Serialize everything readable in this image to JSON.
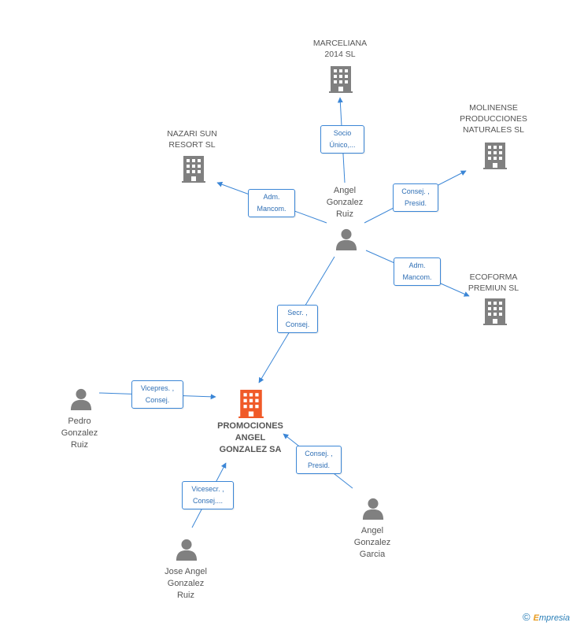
{
  "main_company": {
    "name_lines": [
      "PROMOCIONES",
      "ANGEL",
      "GONZALEZ SA"
    ],
    "color": "#f05a28"
  },
  "companies": [
    {
      "id": "marceliana",
      "name_lines": [
        "MARCELIANA",
        "2014  SL"
      ]
    },
    {
      "id": "molinense",
      "name_lines": [
        "MOLINENSE",
        "PRODUCCIONES",
        "NATURALES SL"
      ]
    },
    {
      "id": "nazari",
      "name_lines": [
        "NAZARI SUN",
        "RESORT SL"
      ]
    },
    {
      "id": "ecoforma",
      "name_lines": [
        "ECOFORMA",
        "PREMIUN  SL"
      ]
    }
  ],
  "persons": [
    {
      "id": "angel-ruiz",
      "name_lines": [
        "Angel",
        "Gonzalez",
        "Ruiz"
      ]
    },
    {
      "id": "pedro",
      "name_lines": [
        "Pedro",
        "Gonzalez",
        "Ruiz"
      ]
    },
    {
      "id": "angel-garcia",
      "name_lines": [
        "Angel",
        "Gonzalez",
        "Garcia"
      ]
    },
    {
      "id": "jose-angel",
      "name_lines": [
        "Jose Angel",
        "Gonzalez",
        "Ruiz"
      ]
    }
  ],
  "relations": [
    {
      "id": "rel-marceliana",
      "lines": [
        "Socio",
        "Único,..."
      ]
    },
    {
      "id": "rel-molinense",
      "lines": [
        "Consej. ,",
        "Presid."
      ]
    },
    {
      "id": "rel-nazari",
      "lines": [
        "Adm.",
        "Mancom."
      ]
    },
    {
      "id": "rel-ecoforma",
      "lines": [
        "Adm.",
        "Mancom."
      ]
    },
    {
      "id": "rel-main-angel",
      "lines": [
        "Secr. ,",
        "Consej."
      ]
    },
    {
      "id": "rel-pedro",
      "lines": [
        "Vicepres. ,",
        "Consej."
      ]
    },
    {
      "id": "rel-garcia",
      "lines": [
        "Consej. ,",
        "Presid."
      ]
    },
    {
      "id": "rel-jose",
      "lines": [
        "Vicesecr. ,",
        "Consej...."
      ]
    }
  ],
  "colors": {
    "edge": "#3b86d6",
    "icon_gray": "#808080",
    "accent": "#f05a28"
  },
  "icons": {
    "company": "building-icon",
    "person": "person-icon"
  },
  "footer": {
    "copyright": "©",
    "brand_first": "E",
    "brand_rest": "mpresia"
  }
}
